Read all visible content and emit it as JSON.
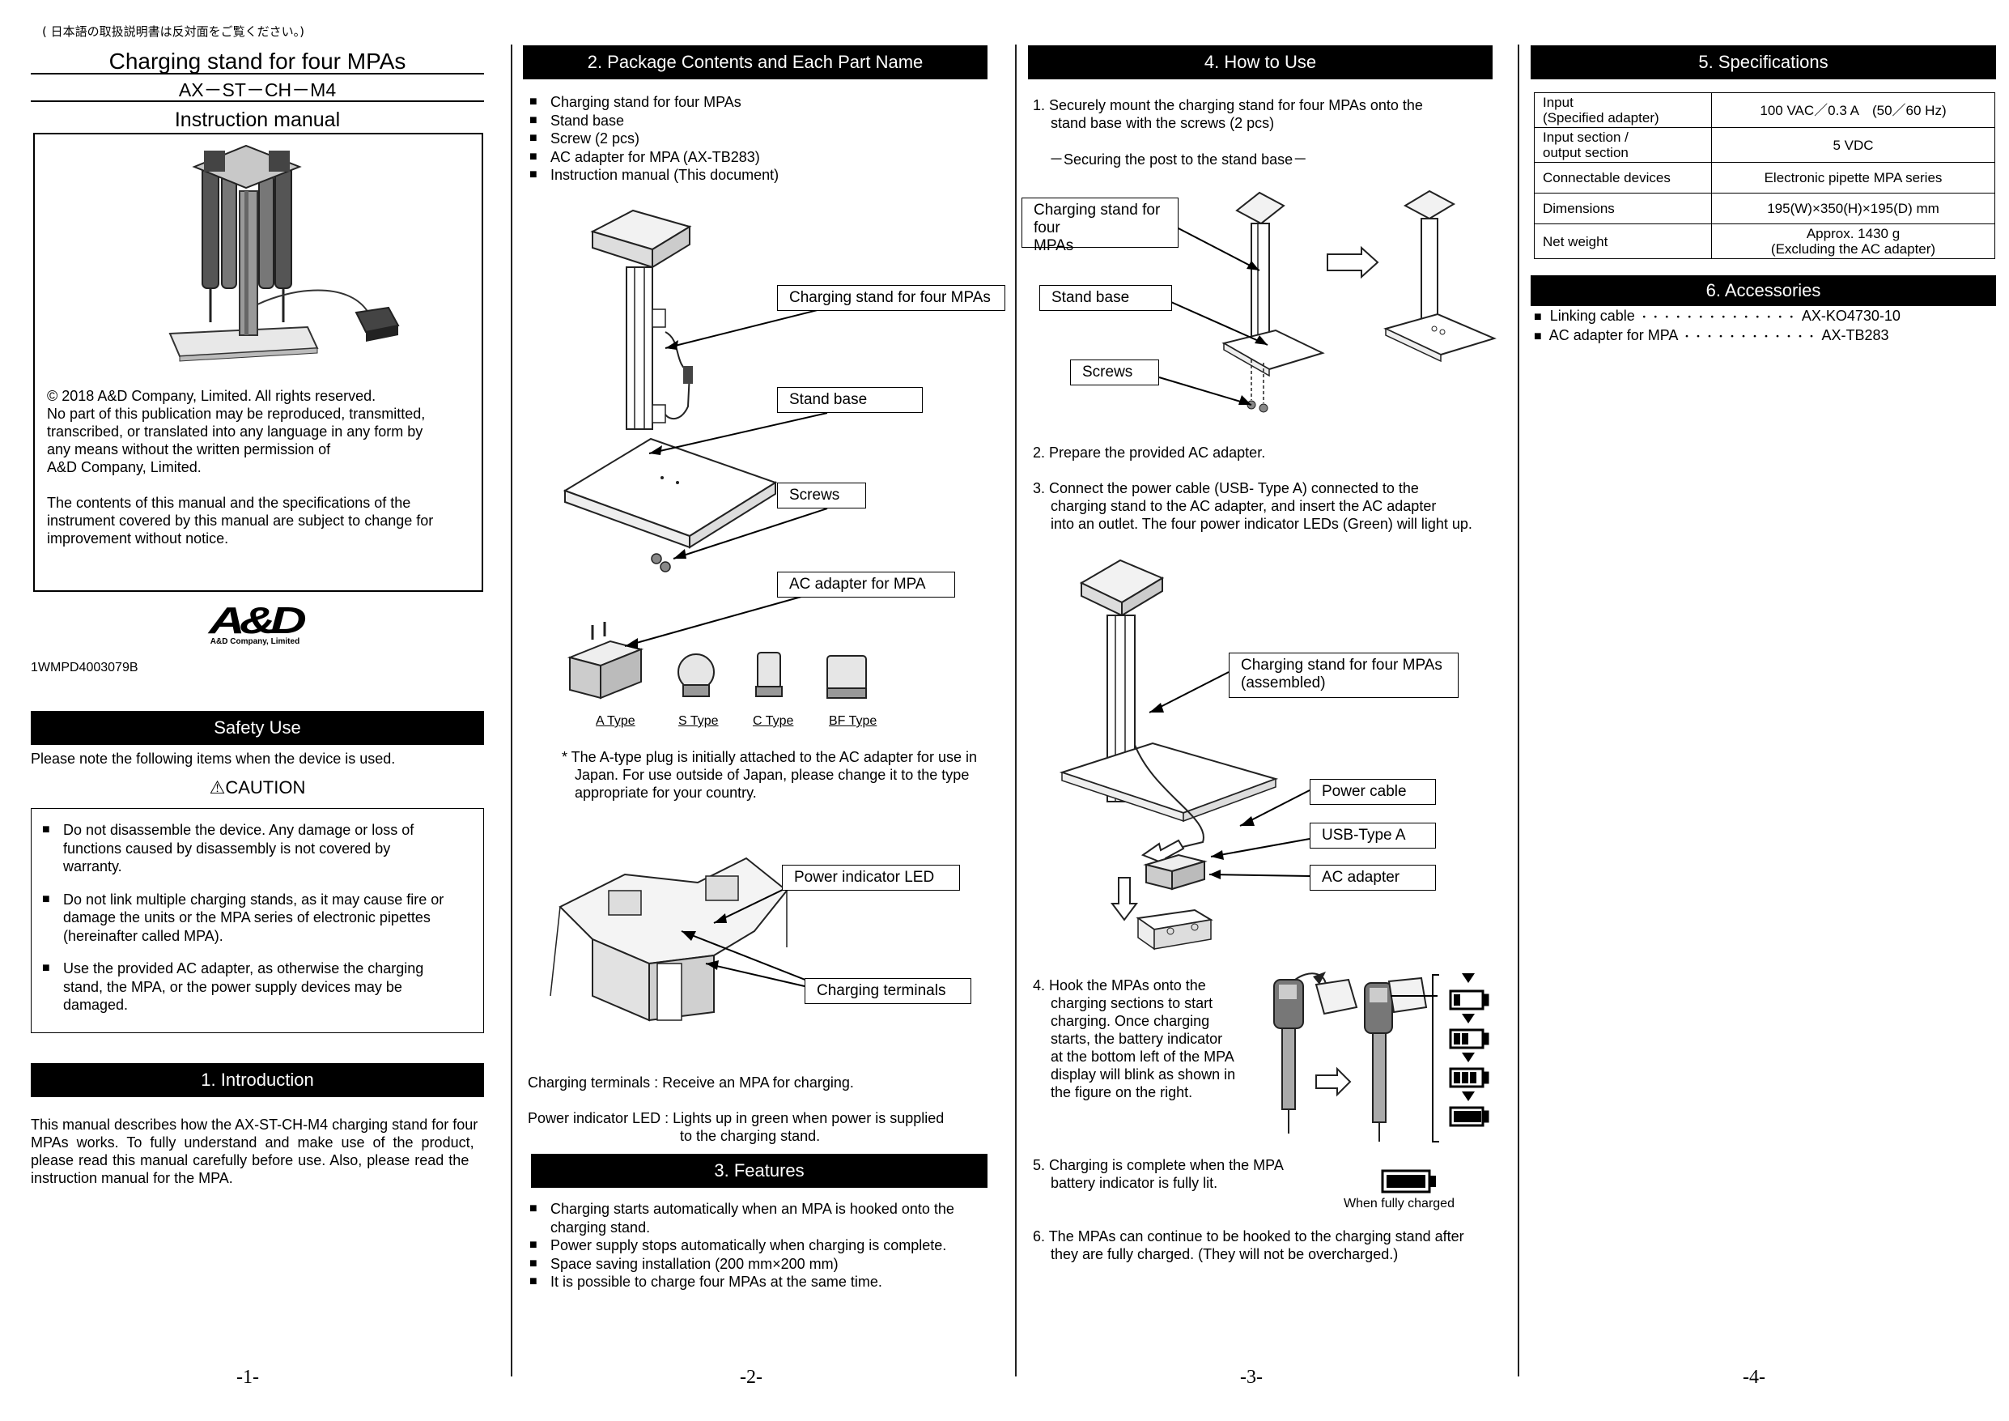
{
  "page1": {
    "japanese_note": "( 日本語の取扱説明書は反対面をご覧ください。)",
    "title": "Charging stand for four MPAs",
    "model": "AX－ST－CH－M4",
    "subtitle": "Instruction manual",
    "copyright_lines": [
      "© 2018 A&D Company, Limited. All rights reserved.",
      "No part of this publication may be reproduced, transmitted,",
      "transcribed, or translated into any language in any form by",
      "any means without the written permission of",
      "A&D Company, Limited."
    ],
    "notice_lines": [
      "The contents of this manual and the specifications of the",
      "instrument covered by this manual are subject to change for",
      "improvement without notice."
    ],
    "logo_text": "A&D",
    "logo_sub": "A&D Company, Limited",
    "doc_code": "1WMPD4003079B",
    "safety_header": "Safety Use",
    "safety_intro": "Please note the following items when the device is used.",
    "caution_label": "CAUTION",
    "cautions": [
      [
        "Do not disassemble the device. Any damage or loss of",
        "functions caused by disassembly is not covered by",
        "warranty."
      ],
      [
        "Do not link multiple charging stands, as it may cause fire or",
        "damage the units or the MPA series of electronic pipettes",
        "(hereinafter called MPA)."
      ],
      [
        "Use the provided AC adapter, as otherwise the charging",
        "stand, the MPA, or the power supply devices may be",
        "damaged."
      ]
    ],
    "intro_header": "1. Introduction",
    "intro_lines": [
      "This manual describes how the AX-ST-CH-M4 charging stand for four",
      "MPAs works. To fully understand and make use of the product,",
      "please read this manual carefully before use. Also, please read the",
      "instruction manual for the MPA."
    ],
    "page_number": "-1-"
  },
  "page2": {
    "header": "2. Package Contents and Each Part Name",
    "contents": [
      "Charging stand for four MPAs",
      "Stand base",
      "Screw (2 pcs)",
      "AC adapter for MPA (AX-TB283)",
      "Instruction manual (This document)"
    ],
    "callouts": {
      "stand": "Charging stand for four MPAs",
      "base": "Stand base",
      "screws": "Screws",
      "adapter": "AC adapter for MPA",
      "led": "Power indicator LED",
      "terminals": "Charging terminals"
    },
    "plug_types": [
      "A Type",
      "S Type",
      "C Type",
      "BF Type"
    ],
    "plug_note_lines": [
      "* The A-type plug is initially attached to the AC adapter for use in",
      "Japan. For use outside of Japan, please change it to the type",
      "appropriate for your country."
    ],
    "terminals_desc": "Charging terminals : Receive an MPA for charging.",
    "led_desc_1": "Power indicator LED : Lights up in green when power is supplied",
    "led_desc_2": "to the charging stand.",
    "features_header": "3. Features",
    "features": [
      [
        "Charging starts automatically when an MPA is hooked onto the",
        "charging stand."
      ],
      [
        "Power supply stops automatically when charging is complete."
      ],
      [
        "Space saving installation (200 mm×200 mm)"
      ],
      [
        "It is possible to charge four MPAs at the same time."
      ]
    ],
    "page_number": "-2-"
  },
  "page3": {
    "header": "4. How to Use",
    "step1_lines": [
      "1. Securely mount the charging stand for four MPAs onto the",
      "stand base with the screws (2 pcs)"
    ],
    "step1_sub": "－Securing the post to the stand base－",
    "callout_stand_lines": [
      "Charging stand for four",
      "MPAs"
    ],
    "callout_base": "Stand base",
    "callout_screws": "Screws",
    "step2": "2. Prepare the provided AC adapter.",
    "step3_lines": [
      "3. Connect the power cable (USB- Type A) connected to the",
      "charging stand to the AC adapter, and insert the AC adapter",
      "into an outlet. The four power indicator LEDs (Green) will light up."
    ],
    "callout_assembled_lines": [
      "Charging stand for four MPAs",
      "(assembled)"
    ],
    "callout_power_cable": "Power cable",
    "callout_usb": "USB-Type A",
    "callout_ac": "AC adapter",
    "step4_lines": [
      "4. Hook the MPAs onto the",
      "charging sections to start",
      "charging. Once charging",
      "starts, the battery indicator",
      "at the bottom left of the MPA",
      "display will blink as shown in",
      "the figure on the right."
    ],
    "step5_lines": [
      "5. Charging is complete when the MPA",
      "battery indicator is fully lit."
    ],
    "fully_charged": "When fully charged",
    "step6_lines": [
      "6. The MPAs can continue to be hooked to the charging stand after",
      "they are fully charged. (They will not be overcharged.)"
    ],
    "page_number": "-3-"
  },
  "page4": {
    "spec_header": "5. Specifications",
    "specs": [
      {
        "label_lines": [
          "Input",
          "(Specified adapter)"
        ],
        "value_lines": [
          "100 VAC／0.3 A　(50／60 Hz)"
        ]
      },
      {
        "label_lines": [
          "Input section /",
          "output section"
        ],
        "value_lines": [
          "5 VDC"
        ]
      },
      {
        "label_lines": [
          "Connectable devices"
        ],
        "value_lines": [
          "Electronic pipette MPA series"
        ]
      },
      {
        "label_lines": [
          "Dimensions"
        ],
        "value_lines": [
          "195(W)×350(H)×195(D) mm"
        ]
      },
      {
        "label_lines": [
          "Net weight"
        ],
        "value_lines": [
          "Approx. 1430 g",
          "(Excluding the AC adapter)"
        ]
      }
    ],
    "acc_header": "6. Accessories",
    "accessories": [
      {
        "name": "Linking cable",
        "dots": "・・・・・・・・・・・・・・",
        "code": "AX-KO4730-10"
      },
      {
        "name": "AC adapter for MPA",
        "dots": "・・・・・・・・・・・・",
        "code": "AX-TB283"
      }
    ],
    "page_number": "-4-"
  }
}
